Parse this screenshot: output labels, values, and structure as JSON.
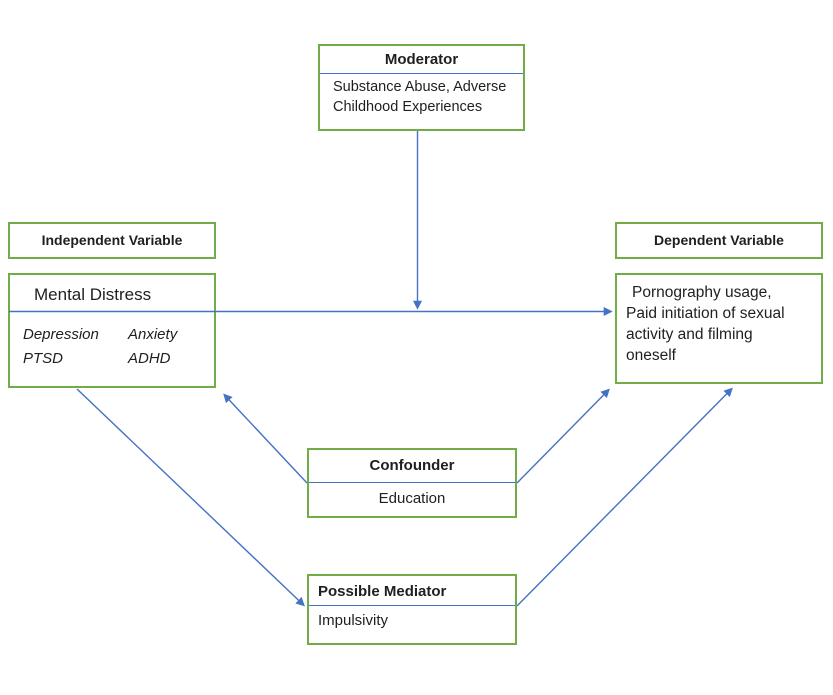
{
  "colors": {
    "box_border_green": "#70AD47",
    "arrow_blue": "#4472C4",
    "text": "#1f1f1f",
    "background": "#ffffff"
  },
  "moderator": {
    "title": "Moderator",
    "body_lines": [
      "Substance Abuse, Adverse",
      "Childhood Experiences"
    ]
  },
  "independent": {
    "label": "Independent Variable",
    "title": "Mental Distress",
    "examples": {
      "col1": [
        "Depression",
        "PTSD"
      ],
      "col2": [
        "Anxiety",
        "ADHD"
      ]
    }
  },
  "dependent": {
    "label": "Dependent Variable",
    "body_lines": [
      "Pornography usage,",
      "Paid initiation of sexual",
      "activity and filming",
      "oneself"
    ]
  },
  "confounder": {
    "title": "Confounder",
    "body": "Education"
  },
  "mediator": {
    "title": "Possible Mediator",
    "body": "Impulsivity"
  }
}
